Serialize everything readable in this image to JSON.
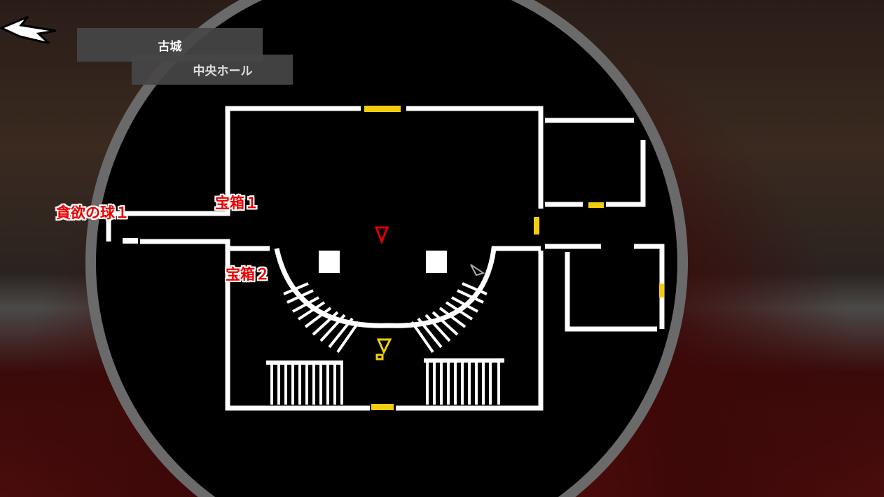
{
  "header": {
    "area": "古城",
    "room": "中央ホール"
  },
  "markers": {
    "treasure1": "宝箱１",
    "treasure2": "宝箱２",
    "greed_orb": "貪欲の球１"
  },
  "icons": {
    "back": "back-arrow-icon",
    "player": "player-position-icon",
    "objective": "exclamation-icon",
    "cursor": "cursor-icon"
  },
  "colors": {
    "door": "#f2cc10",
    "player": "#e00000",
    "label": "#e00000",
    "wall": "#ffffff"
  }
}
